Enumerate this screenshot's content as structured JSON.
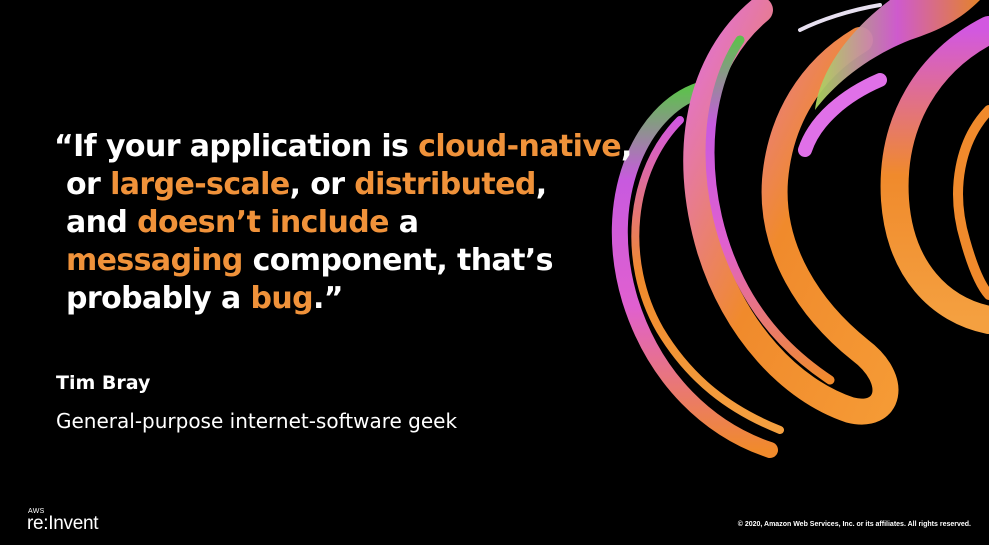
{
  "slide": {
    "quote": {
      "line1": {
        "a": "“If your application is ",
        "b": "cloud-native",
        "c": ","
      },
      "line2": {
        "a": "or ",
        "b": "large-scale",
        "c": ", or ",
        "d": "distributed",
        "e": ","
      },
      "line3": {
        "a": "and ",
        "b": "doesn’t include",
        "c": " a"
      },
      "line4": {
        "a": "messaging",
        "b": " component, that’s"
      },
      "line5": {
        "a": "probably a ",
        "b": "bug",
        "c": ".”"
      }
    },
    "author_name": "Tim Bray",
    "author_title": "General-purpose internet-software geek",
    "logo": {
      "top": "AWS",
      "main": "re:Invent"
    },
    "copyright": "© 2020, Amazon Web Services, Inc. or its affiliates. All rights reserved."
  },
  "colors": {
    "background": "#000000",
    "text": "#ffffff",
    "highlight": "#f0923a",
    "art_orange": "#f08a2c",
    "art_magenta": "#d64fd8",
    "art_green": "#5fbf4f"
  },
  "icons": {
    "art": "abstract-swirl-sphere",
    "logo": "aws-reinvent-logo"
  }
}
